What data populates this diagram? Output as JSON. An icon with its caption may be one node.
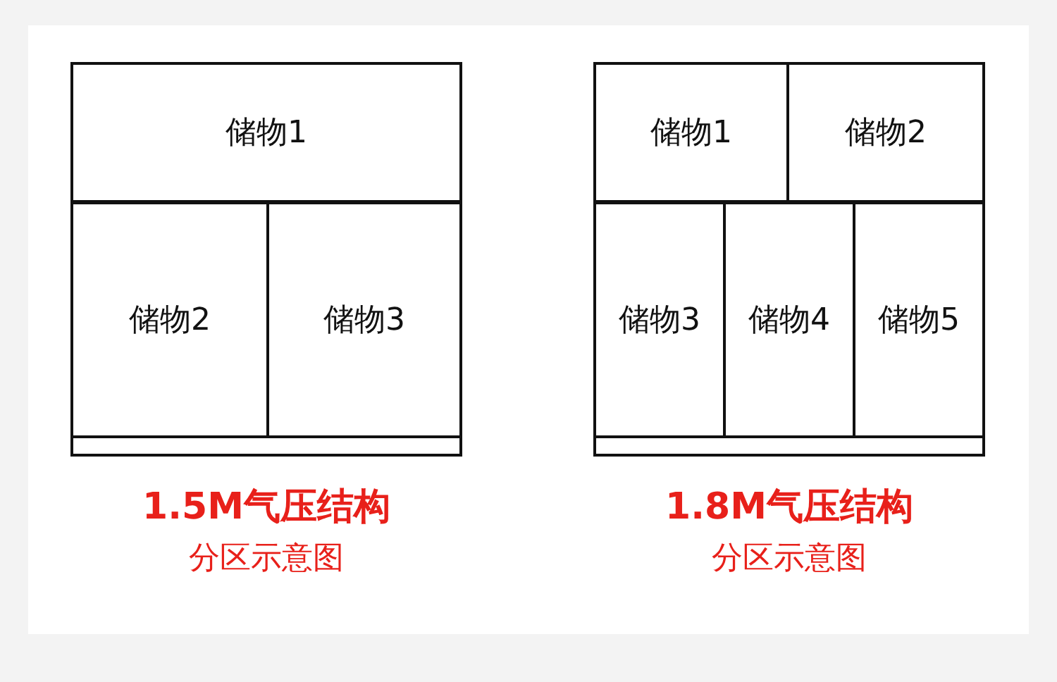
{
  "diagram": {
    "nodes": [
      {
        "text": [],
        "shape": "box"
      },
      {
        "text": [
          "储物1"
        ],
        "in": 0
      },
      {
        "text": [
          "储物2"
        ],
        "in": 0
      },
      {
        "text": [
          "储物3"
        ],
        "in": 0
      },
      {
        "text": [],
        "shape": "box"
      },
      {
        "text": [
          "储物1"
        ],
        "in": 4
      },
      {
        "text": [
          "储物2"
        ],
        "in": 4
      },
      {
        "text": [
          "储物3"
        ],
        "in": 4
      },
      {
        "text": [
          "储物4"
        ],
        "in": 4
      },
      {
        "text": [
          "储物5"
        ],
        "in": 4
      }
    ],
    "edges": [],
    "labels": [
      "1.5M气压结构",
      "分区示意图",
      "1.8M气压结构",
      "分区示意图"
    ]
  }
}
